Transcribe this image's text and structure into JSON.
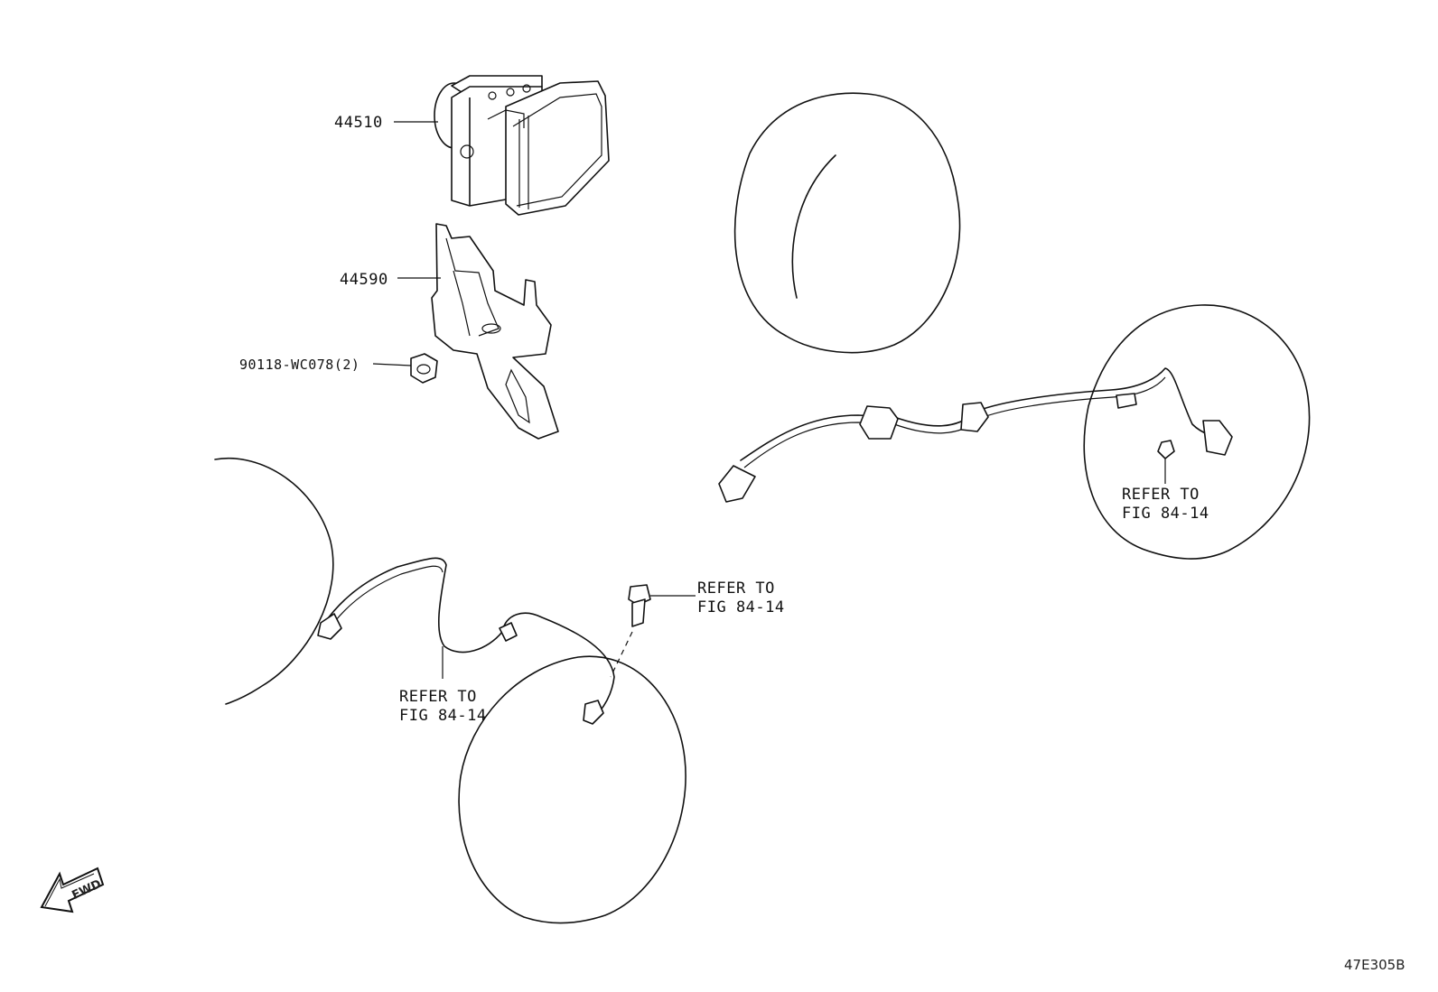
{
  "parts": {
    "abs_actuator": "44510",
    "bracket": "44590",
    "nut": "90118-WC078(2)"
  },
  "references": {
    "front_sensor_wire": [
      "REFER TO",
      "FIG 84-14"
    ],
    "front_sensor_bolt": [
      "REFER TO",
      "FIG 84-14"
    ],
    "rear_sensor_bolt": [
      "REFER TO",
      "FIG 84-14"
    ]
  },
  "fwd_label": "FWD",
  "figure_code": "47E305B",
  "icons": [
    "fwd-arrow-icon"
  ]
}
